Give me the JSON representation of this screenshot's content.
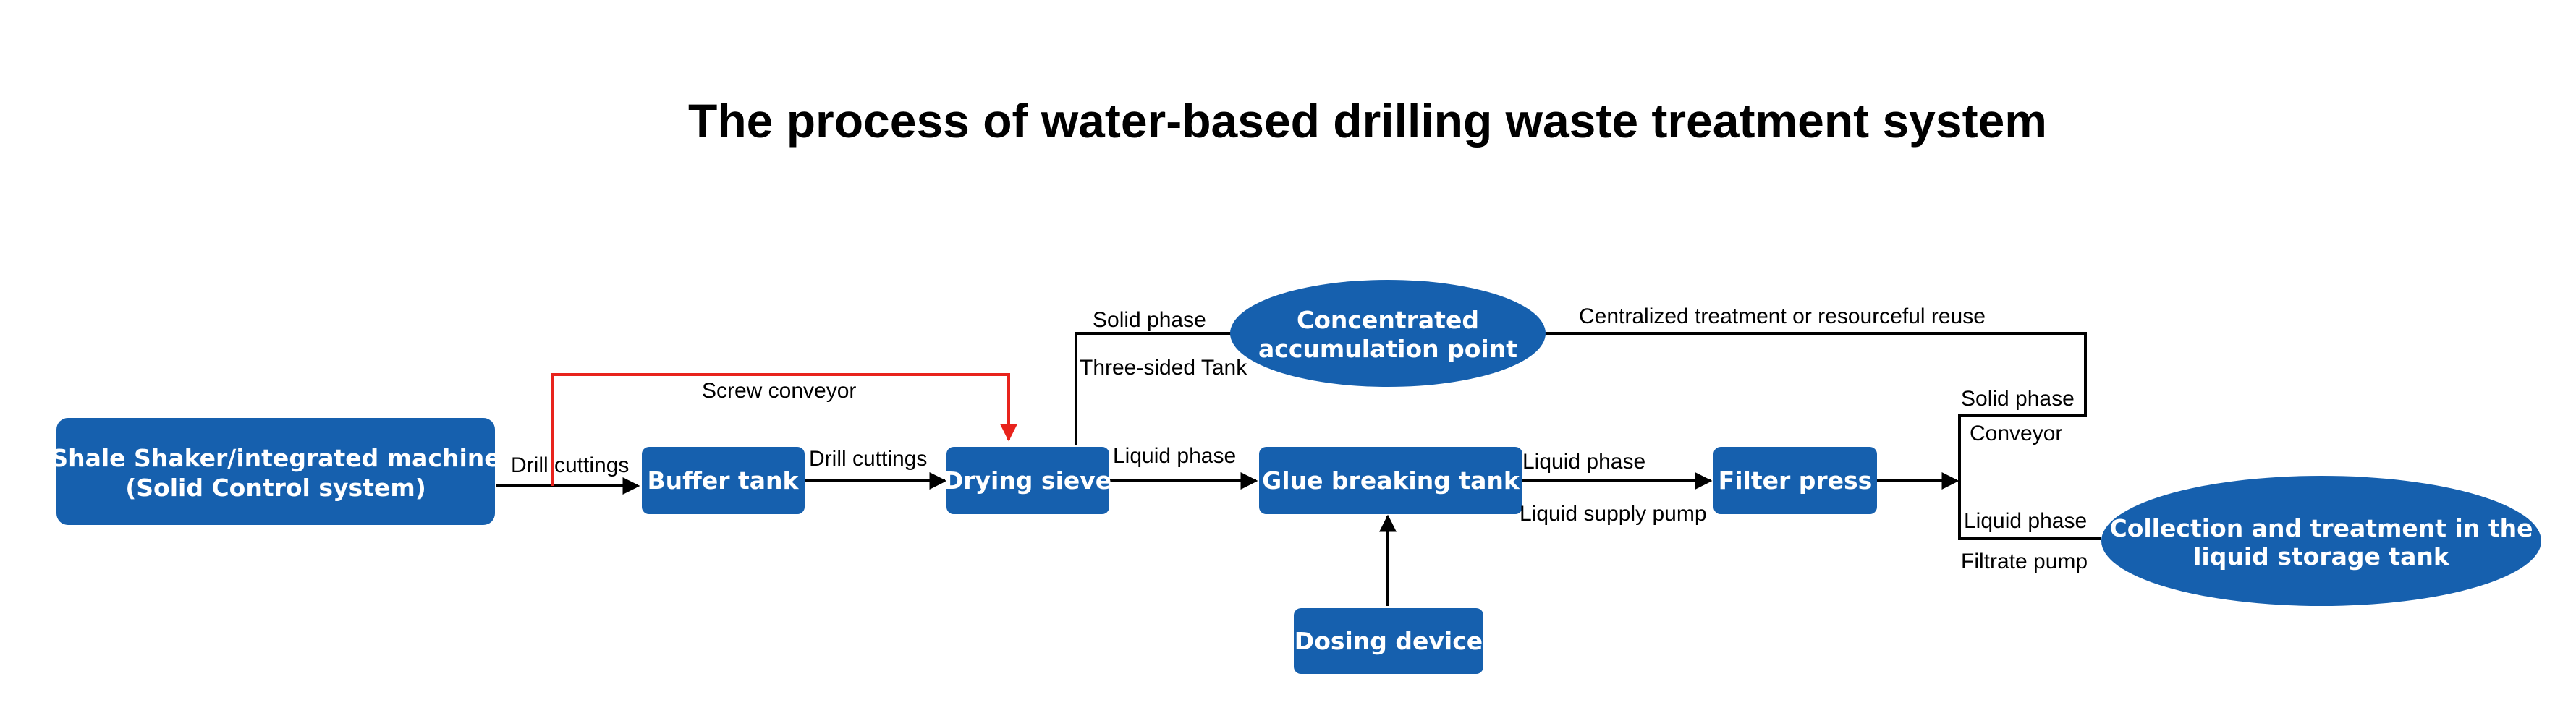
{
  "title": "The process of water-based drilling waste treatment system",
  "colors": {
    "node_fill": "#1660AE",
    "node_text": "#FFFFFF",
    "line": "#000000",
    "highlight_line": "#E8231C"
  },
  "nodes": {
    "shale_shaker": {
      "line1": "Shale Shaker/integrated machine",
      "line2": "(Solid Control system)"
    },
    "buffer_tank": "Buffer tank",
    "drying_sieve": "Drying sieve",
    "glue_breaking_tank": "Glue breaking tank",
    "filter_press": "Filter press",
    "dosing_device": "Dosing device",
    "concentrated_point": {
      "line1": "Concentrated",
      "line2": "accumulation point"
    },
    "collection_tank": {
      "line1": "Collection and treatment in the",
      "line2": "liquid storage tank"
    }
  },
  "labels": {
    "drill_cuttings_1": "Drill cuttings",
    "screw_conveyor": "Screw conveyor",
    "drill_cuttings_2": "Drill cuttings",
    "solid_phase_top": "Solid phase",
    "three_sided_tank": "Three-sided Tank",
    "liquid_phase_1": "Liquid phase",
    "liquid_phase_2": "Liquid phase",
    "liquid_supply_pump": "Liquid supply pump",
    "centralized": "Centralized treatment or resourceful reuse",
    "solid_phase_right": "Solid phase",
    "conveyor": "Conveyor",
    "liquid_phase_right": "Liquid phase",
    "filtrate_pump": "Filtrate pump"
  }
}
